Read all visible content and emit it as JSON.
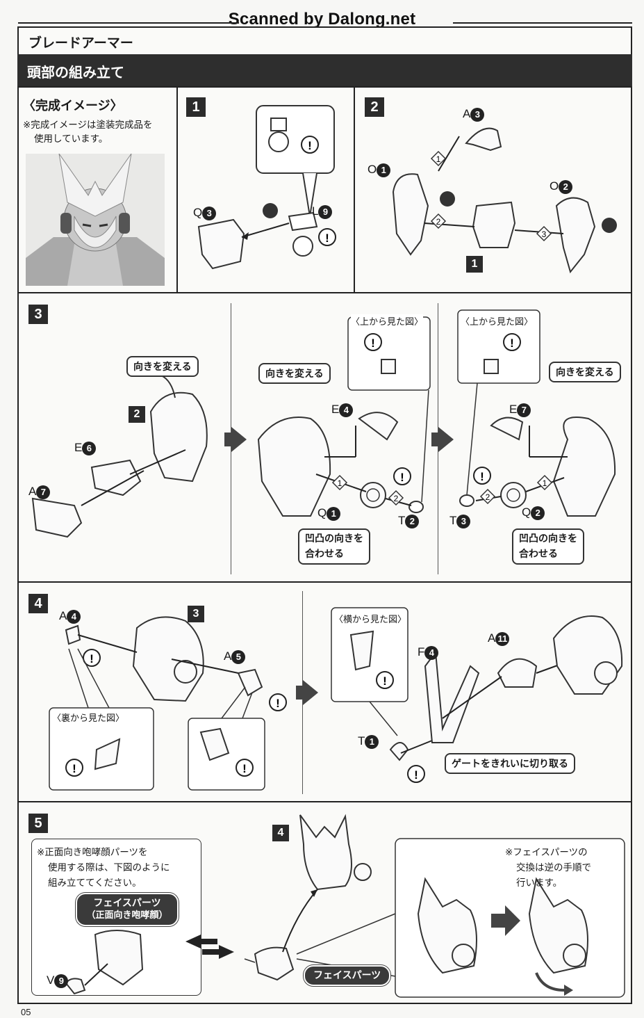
{
  "watermark": "Scanned by Dalong.net",
  "header": {
    "title": "ブレードアーマー",
    "section": "頭部の組み立て"
  },
  "preview": {
    "title": "〈完成イメージ〉",
    "note_line1": "※完成イメージは塗装完成品を",
    "note_line2": "使用しています。"
  },
  "step1": {
    "number": "1",
    "parts": [
      {
        "letter": "Q",
        "num": "3"
      },
      {
        "letter": "L",
        "num": "9"
      }
    ]
  },
  "step2": {
    "number": "2",
    "parts": [
      {
        "letter": "A",
        "num": "3"
      },
      {
        "letter": "O",
        "num": "1"
      },
      {
        "letter": "O",
        "num": "2"
      }
    ],
    "sub_ref": "1",
    "order": [
      "1",
      "2",
      "3"
    ]
  },
  "step3": {
    "number": "3",
    "ref": "2",
    "turn_label": "向きを変える",
    "top_view": "〈上から見た図〉",
    "align_line1": "凹凸の向きを",
    "align_line2": "合わせる",
    "left_parts": [
      {
        "letter": "E",
        "num": "6"
      },
      {
        "letter": "A",
        "num": "7"
      }
    ],
    "mid_parts": [
      {
        "letter": "E",
        "num": "4"
      },
      {
        "letter": "Q",
        "num": "1"
      },
      {
        "letter": "T",
        "num": "2"
      }
    ],
    "right_parts": [
      {
        "letter": "E",
        "num": "7"
      },
      {
        "letter": "T",
        "num": "3"
      },
      {
        "letter": "Q",
        "num": "2"
      }
    ],
    "order": [
      "1",
      "2"
    ]
  },
  "step4": {
    "number": "4",
    "ref": "3",
    "back_view": "〈裏から見た図〉",
    "side_view": "〈横から見た図〉",
    "gate_note": "ゲートをきれいに切り取る",
    "parts": [
      {
        "letter": "A",
        "num": "4"
      },
      {
        "letter": "A",
        "num": "5"
      },
      {
        "letter": "F",
        "num": "4"
      },
      {
        "letter": "A",
        "num": "11"
      },
      {
        "letter": "T",
        "num": "1"
      }
    ]
  },
  "step5": {
    "number": "5",
    "ref": "4",
    "note_line1": "※正面向き咆哮顔パーツを",
    "note_line2": "使用する際は、下図のように",
    "note_line3": "組み立ててください。",
    "face_label_line1": "フェイスパーツ",
    "face_label_line2": "（正面向き咆哮顔）",
    "face_parts": "フェイスパーツ",
    "swap_line1": "※フェイスパーツの",
    "swap_line2": "交換は逆の手順で",
    "swap_line3": "行います。",
    "part": {
      "letter": "V",
      "num": "9"
    }
  },
  "page_number": "05"
}
